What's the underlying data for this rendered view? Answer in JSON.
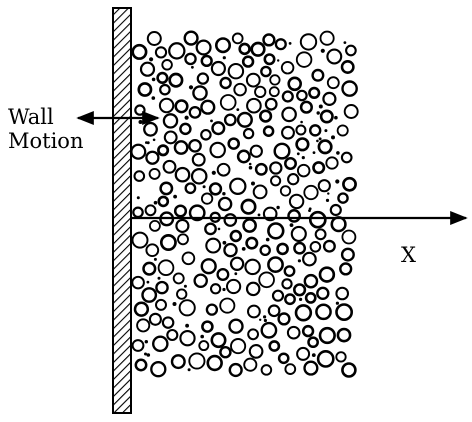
{
  "labels": {
    "wall_line1": "Wall",
    "wall_line2": "Motion",
    "axis": "X"
  },
  "colors": {
    "ink": "#000000",
    "background": "#ffffff"
  }
}
